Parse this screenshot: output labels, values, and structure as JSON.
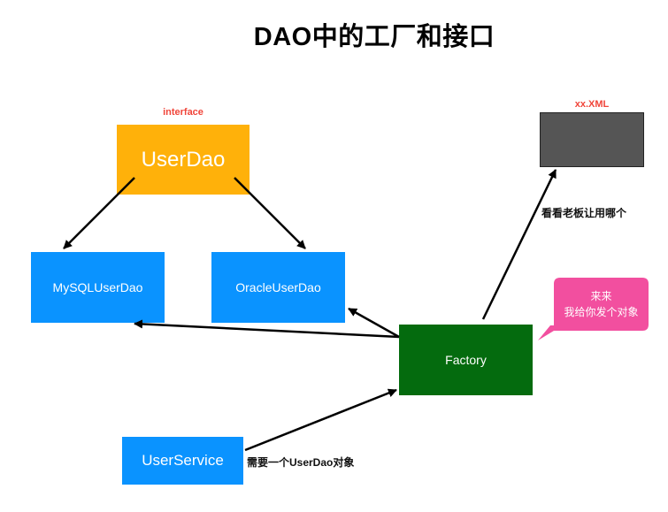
{
  "title": "DAO中的工厂和接口",
  "userdao": {
    "tag": "interface",
    "label": "UserDao"
  },
  "mysql": {
    "label": "MySQLUserDao"
  },
  "oracle": {
    "label": "OracleUserDao"
  },
  "factory": {
    "label": "Factory"
  },
  "service": {
    "label": "UserService"
  },
  "xml": {
    "label": "xx.XML"
  },
  "notes": {
    "check_boss": "看看老板让用哪个",
    "need_obj": "需要一个UserDao对象"
  },
  "bubble": {
    "line1": "来来",
    "line2": "我给你发个对象"
  },
  "colors": {
    "interface": "#ffb10a",
    "impl": "#0a93ff",
    "factory": "#046b0e",
    "xml": "#555555",
    "bubble": "#f24f9f",
    "tag": "#f0453a"
  }
}
